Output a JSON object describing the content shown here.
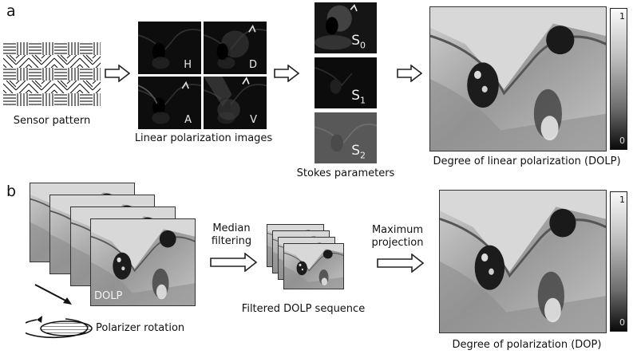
{
  "panel_a": {
    "letter": "a",
    "sensor_caption": "Sensor pattern",
    "linear_caption": "Linear polarization images",
    "tile_labels": [
      "H",
      "D",
      "A",
      "V"
    ],
    "stokes_labels": [
      {
        "base": "S",
        "sub": "0"
      },
      {
        "base": "S",
        "sub": "1"
      },
      {
        "base": "S",
        "sub": "2"
      }
    ],
    "stokes_caption": "Stokes parameters",
    "dolp_caption": "Degree of linear polarization (DOLP)",
    "colorbar_top": "1",
    "colorbar_bottom": "0"
  },
  "panel_b": {
    "letter": "b",
    "frame_label": "DOLP",
    "rotation_caption": "Polarizer rotation",
    "step1_label": [
      "Median",
      "filtering"
    ],
    "filtered_caption": "Filtered DOLP sequence",
    "step2_label": [
      "Maximum",
      "projection"
    ],
    "dop_caption": "Degree of polarization (DOP)",
    "colorbar_top": "1",
    "colorbar_bottom": "0"
  },
  "icons": [
    "hollow-right-arrow",
    "rotation-arrow",
    "polarizer-disc",
    "diagonal-arrow"
  ]
}
